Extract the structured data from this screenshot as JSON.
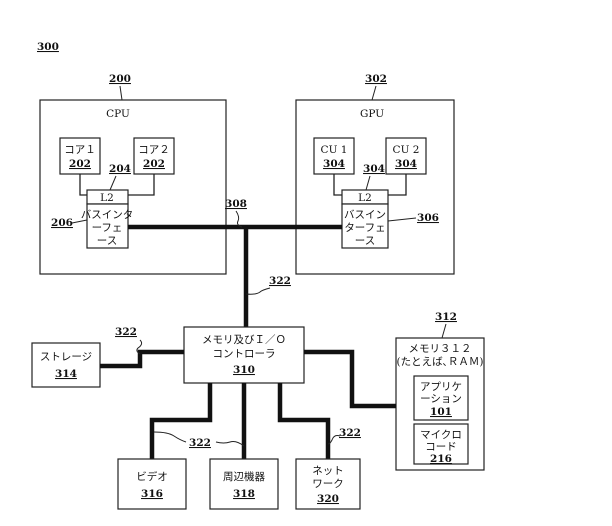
{
  "figure_number": "300",
  "cpu": {
    "number": "200",
    "label": "CPU"
  },
  "core1": {
    "label": "コア１",
    "number": "202"
  },
  "core2": {
    "label": "コア２",
    "number": "202"
  },
  "cpu_l2": {
    "label": "L2",
    "number": "204"
  },
  "cpu_bus_interface": {
    "lines": [
      "バスインタ",
      "ーフェ",
      "ース"
    ],
    "number": "206"
  },
  "gpu": {
    "number": "302",
    "label": "GPU"
  },
  "cu1": {
    "label": "CU 1",
    "number": "304"
  },
  "cu2": {
    "label": "CU 2",
    "number": "304"
  },
  "gpu_l2": {
    "label": "L2",
    "number": "304"
  },
  "gpu_bus_interface": {
    "lines": [
      "バスイン",
      "ターフェ",
      "ース"
    ],
    "number": "306"
  },
  "bus": {
    "number": "308"
  },
  "link_322": "322",
  "controller": {
    "lines": [
      "メモリ及びＩ／Ｏ",
      "コントローラ"
    ],
    "number": "310"
  },
  "storage": {
    "label": "ストレージ",
    "number": "314"
  },
  "memory": {
    "number": "312",
    "lines": [
      "メモリ３１２",
      "(たとえば､ＲＡＭ)"
    ]
  },
  "application": {
    "lines": [
      "アプリケ",
      "ーション"
    ],
    "number": "101"
  },
  "microcode": {
    "lines": [
      "マイクロ",
      "コード"
    ],
    "number": "216"
  },
  "video": {
    "label": "ビデオ",
    "number": "316"
  },
  "peripherals": {
    "label": "周辺機器",
    "number": "318"
  },
  "network": {
    "lines": [
      "ネット",
      "ワーク"
    ],
    "number": "320"
  }
}
